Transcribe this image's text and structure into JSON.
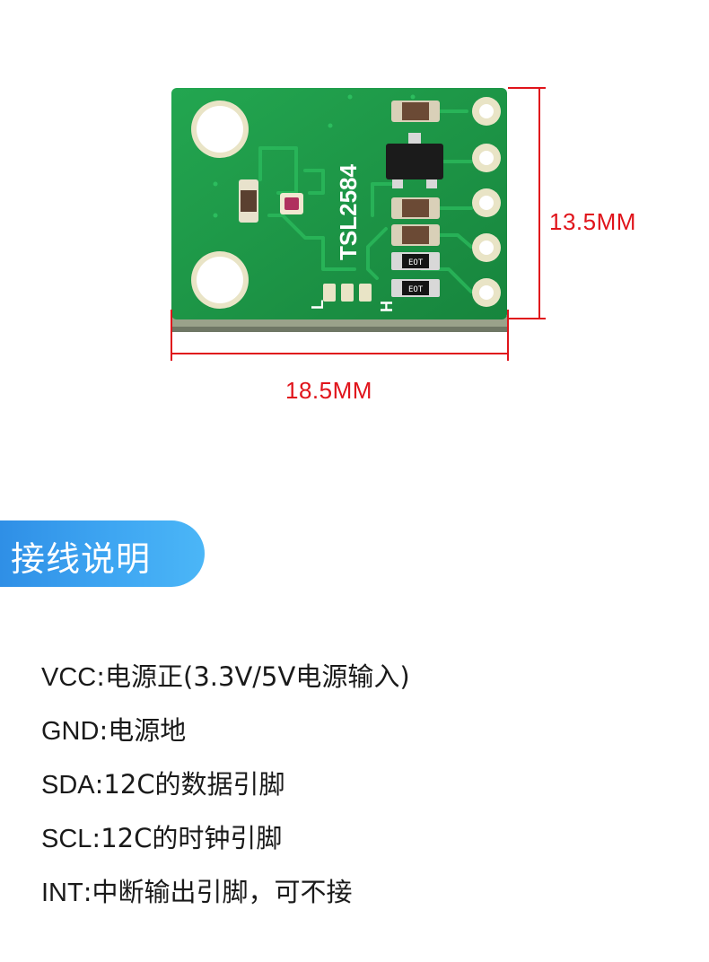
{
  "figure": {
    "board_silkscreen": {
      "chip_label": "TSL2584",
      "addr_low_mark": "L",
      "addr_high_mark": "H",
      "resistor_code": "EOT"
    },
    "dimensions": {
      "height_label": "13.5MM",
      "width_label": "18.5MM"
    },
    "colors": {
      "pcb": "#1f9a4a",
      "dimension": "#e0141b",
      "banner": "#3ea6f2"
    }
  },
  "section": {
    "title": "接线说明"
  },
  "pins": [
    {
      "name": "VCC",
      "desc": ":电源正(3.3V/5V电源输入)"
    },
    {
      "name": "GND",
      "desc": ":电源地"
    },
    {
      "name": "SDA",
      "desc": ":12C的数据引脚"
    },
    {
      "name": "SCL",
      "desc": ":12C的时钟引脚"
    },
    {
      "name": "INT",
      "desc": ":中断输出引脚，可不接"
    }
  ]
}
